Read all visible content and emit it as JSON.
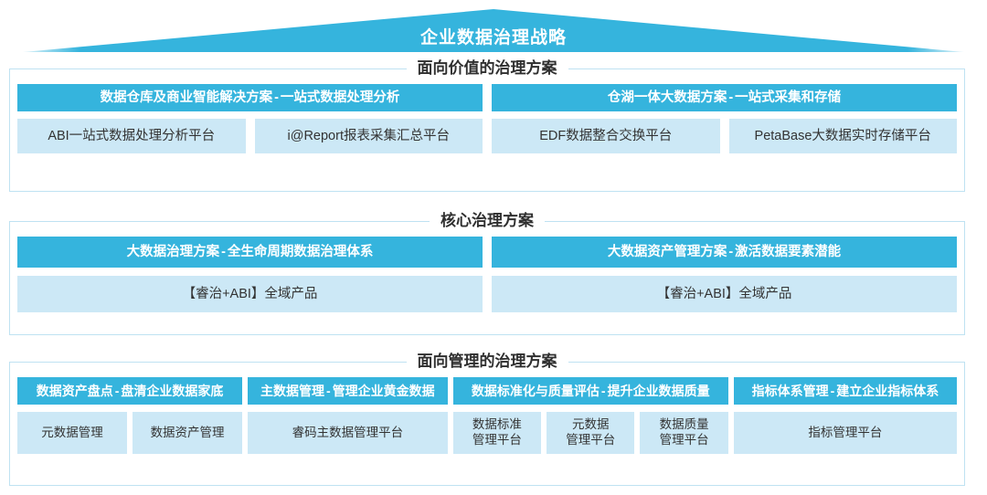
{
  "banner": {
    "title": "企业数据治理战略",
    "accent_color": "#35b4dd",
    "fill_light": "#cce8f6",
    "border_color": "#bfe2f2"
  },
  "sections": [
    {
      "id": "value",
      "legend": "面向价值的治理方案",
      "groups": [
        {
          "head_title": "数据仓库及商业智能解决方案",
          "head_sep": "-",
          "head_subtitle": "一站式数据处理分析",
          "cards": [
            "ABI一站式数据处理分析平台",
            "i@Report报表采集汇总平台"
          ]
        },
        {
          "head_title": "仓湖一体大数据方案",
          "head_sep": "-",
          "head_subtitle": "一站式采集和存储",
          "cards": [
            "EDF数据整合交换平台",
            "PetaBase大数据实时存储平台"
          ]
        }
      ]
    },
    {
      "id": "core",
      "legend": "核心治理方案",
      "groups": [
        {
          "head_title": "大数据治理方案",
          "head_sep": "-",
          "head_subtitle": "全生命周期数据治理体系",
          "cards": [
            "【睿治+ABI】全域产品"
          ]
        },
        {
          "head_title": "大数据资产管理方案",
          "head_sep": "-",
          "head_subtitle": "激活数据要素潜能",
          "cards": [
            "【睿治+ABI】全域产品"
          ]
        }
      ]
    },
    {
      "id": "mgmt",
      "legend": "面向管理的治理方案",
      "groups": [
        {
          "head_title": "数据资产盘点",
          "head_sep": "-",
          "head_subtitle": "盘清企业数据家底",
          "cards": [
            "元数据管理",
            "数据资产管理"
          ]
        },
        {
          "head_title": "主数据管理",
          "head_sep": "-",
          "head_subtitle": "管理企业黄金数据",
          "cards": [
            "睿码主数据管理平台"
          ]
        },
        {
          "head_title": "数据标准化与质量评估",
          "head_sep": "-",
          "head_subtitle": "提升企业数据质量",
          "cards": [
            "数据标准\n管理平台",
            "元数据\n管理平台",
            "数据质量\n管理平台"
          ]
        },
        {
          "head_title": "指标体系管理",
          "head_sep": "-",
          "head_subtitle": "建立企业指标体系",
          "cards": [
            "指标管理平台"
          ]
        }
      ]
    }
  ]
}
